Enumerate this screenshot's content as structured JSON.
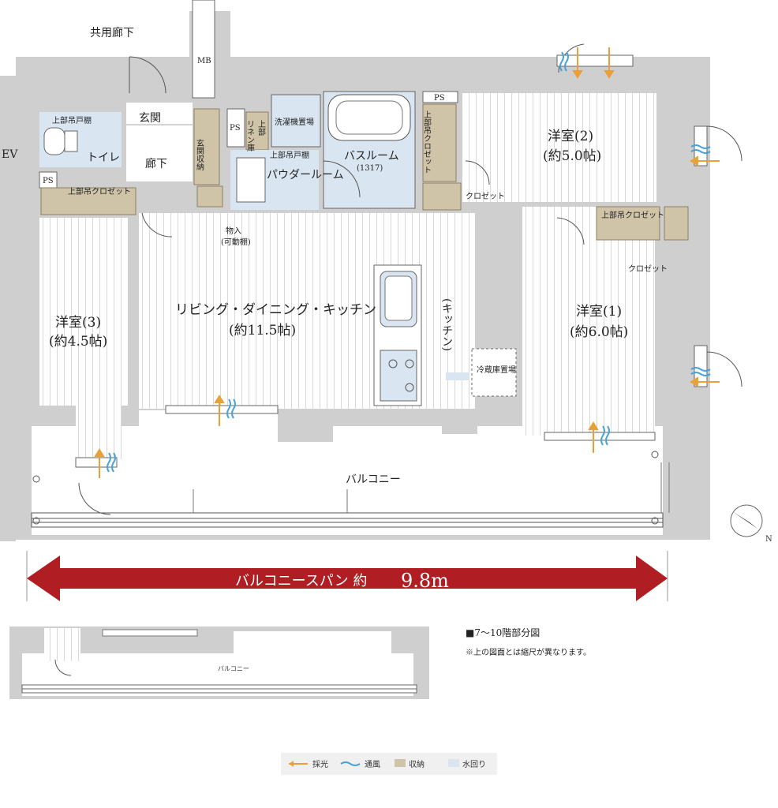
{
  "labels": {
    "corridor_common": "共用廊下",
    "mb": "MB",
    "ev": "EV",
    "toilet_upper_cabinet": "上部吊戸棚",
    "toilet": "トイレ",
    "ps": "PS",
    "entrance": "玄関",
    "hallway": "廊下",
    "entrance_storage": "玄関収納",
    "linen": "リネン庫",
    "upper": "上部",
    "washer": "洗濯機置場",
    "upper_cabinet": "上部吊戸棚",
    "bathroom": "バスルーム",
    "bathroom_size": "(1317)",
    "powder": "パウダールーム",
    "upper_closet": "上部吊クロゼット",
    "closet": "クロゼット",
    "storage": "物入",
    "storage_note": "(可動棚)",
    "room2": "洋室(2)",
    "room2_size": "(約5.0帖)",
    "room1": "洋室(1)",
    "room1_size": "(約6.0帖)",
    "room3": "洋室(3)",
    "room3_size": "(約4.5帖)",
    "ldk": "リビング・ダイニング・キッチン",
    "ldk_size": "(約11.5帖)",
    "kitchen": "(キッチン)",
    "fridge": "冷蔵庫置場",
    "balcony": "バルコニー"
  },
  "banner": {
    "prefix": "バルコニースパン 約",
    "value": "9.8m"
  },
  "partial": {
    "title": "■7〜10階部分図",
    "note": "※上の図面とは縮尺が異なります。",
    "balcony": "バルコニー"
  },
  "legend": {
    "items": [
      {
        "label": "採光",
        "color": "#e8a13a",
        "kind": "arrow"
      },
      {
        "label": "通風",
        "color": "#4aa3d8",
        "kind": "wave"
      },
      {
        "label": "収納",
        "color": "#cfc3a8",
        "kind": "box"
      },
      {
        "label": "水回り",
        "color": "#d9e6f2",
        "kind": "box"
      }
    ]
  },
  "colors": {
    "wall": "#cfcfcf",
    "storage": "#cfc3a8",
    "water": "#d9e6f2",
    "banner": "#b01e23",
    "floor_line": "#d8d8d8"
  },
  "icons": {
    "compass": "north-compass-icon"
  }
}
